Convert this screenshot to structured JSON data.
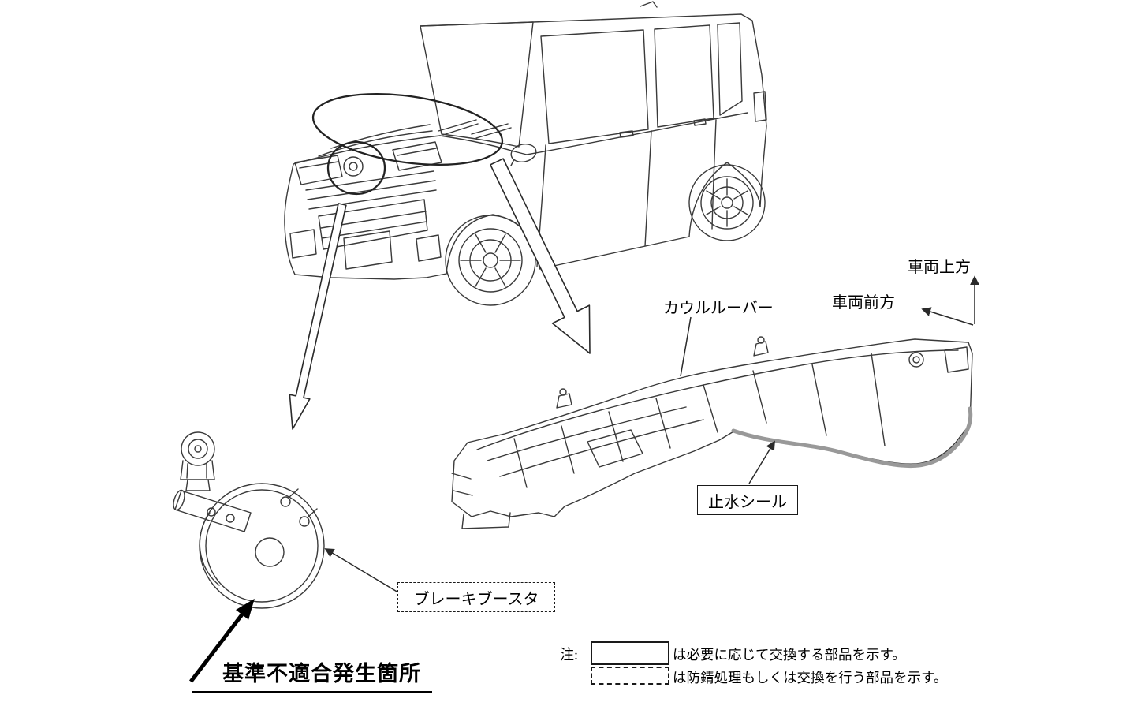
{
  "diagram": {
    "direction_labels": {
      "vehicle_up": "車両上方",
      "vehicle_front": "車両前方"
    },
    "part_labels": {
      "cowl_louver": "カウルルーバー",
      "water_stop_seal": "止水シール",
      "brake_booster": "ブレーキブースタ"
    },
    "callout": {
      "nonconformity_location": "基準不適合発生箇所"
    },
    "legend": {
      "note_prefix": "注:",
      "solid_box_meaning": "は必要に応じて交換する部品を示す。",
      "dashed_box_meaning": "は防錆処理もしくは交換を行う部品を示す。"
    },
    "colors": {
      "line": "#3a3a3a",
      "annotation": "#222222",
      "seal_highlight": "#999999",
      "background": "#ffffff"
    }
  }
}
